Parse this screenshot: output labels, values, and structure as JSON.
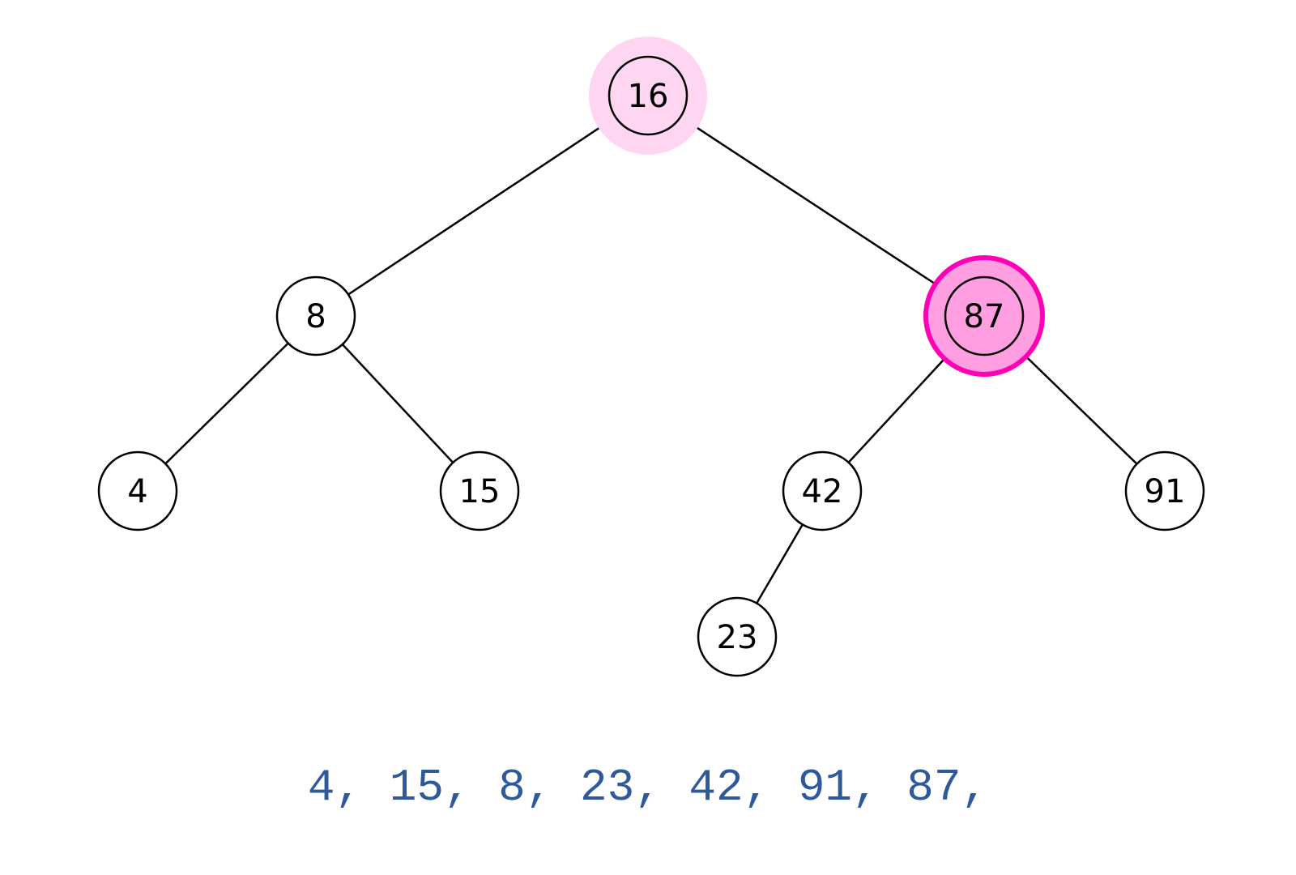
{
  "tree": {
    "nodes": [
      {
        "id": "n16",
        "value": "16",
        "state": "visited"
      },
      {
        "id": "n8",
        "value": "8",
        "state": "normal"
      },
      {
        "id": "n87",
        "value": "87",
        "state": "current"
      },
      {
        "id": "n4",
        "value": "4",
        "state": "normal"
      },
      {
        "id": "n15",
        "value": "15",
        "state": "normal"
      },
      {
        "id": "n42",
        "value": "42",
        "state": "normal"
      },
      {
        "id": "n91",
        "value": "91",
        "state": "normal"
      },
      {
        "id": "n23",
        "value": "23",
        "state": "normal"
      }
    ],
    "edges": [
      {
        "from": "n16",
        "to": "n8"
      },
      {
        "from": "n16",
        "to": "n87"
      },
      {
        "from": "n8",
        "to": "n4"
      },
      {
        "from": "n8",
        "to": "n15"
      },
      {
        "from": "n87",
        "to": "n42"
      },
      {
        "from": "n87",
        "to": "n91"
      },
      {
        "from": "n42",
        "to": "n23"
      }
    ]
  },
  "traversal": {
    "sequence": [
      "4",
      "15",
      "8",
      "23",
      "42",
      "91",
      "87"
    ],
    "separator": ","
  },
  "colors": {
    "visited_halo": "#ffd6f2",
    "current_fill": "#ff9ee0",
    "current_ring": "#ff00b4",
    "node_stroke": "#000000",
    "edge": "#000000",
    "traversal_text": "#2e5a9b"
  }
}
